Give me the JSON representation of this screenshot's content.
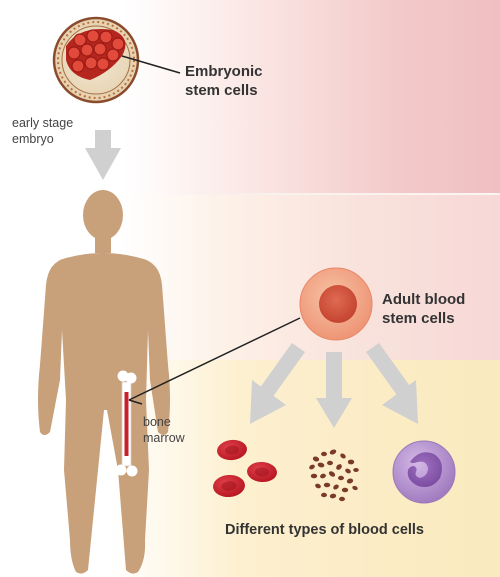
{
  "labels": {
    "embryonic": [
      "Embryonic",
      "stem cells"
    ],
    "early_stage": [
      "early stage",
      "embryo"
    ],
    "adult": [
      "Adult blood",
      "stem cells"
    ],
    "bone_marrow": [
      "bone",
      "marrow"
    ],
    "blood_types": "Different types of blood cells"
  },
  "colors": {
    "red_cell": "#c8202b",
    "platelet": "#7a3a2a",
    "white_cell": "#a882c4",
    "body": "#c8a07a",
    "arrow": "#d0d0d0",
    "stem_cell_outer": "#f0a483",
    "stem_cell_inner": "#d0533e"
  }
}
